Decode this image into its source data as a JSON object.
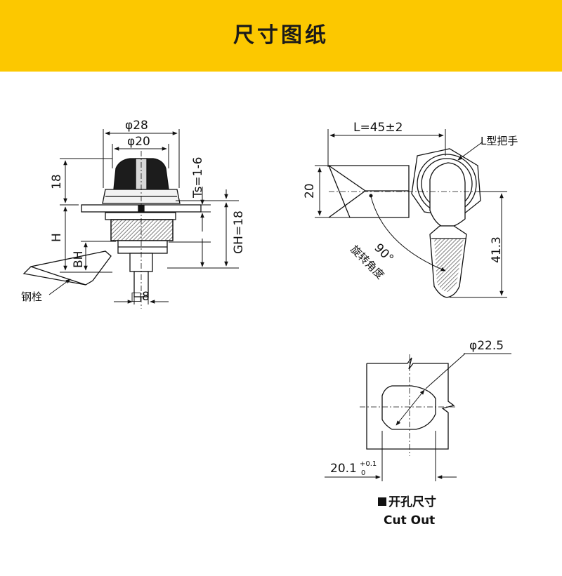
{
  "header": {
    "title": "尺寸图纸",
    "background": "#fcc800"
  },
  "left_view": {
    "dia_outer": "φ28",
    "dia_inner": "φ20",
    "height_top": "18",
    "thickness": "Ts=1-6",
    "height_h": "H",
    "gh": "GH=18",
    "bh": "BH",
    "square": "□8",
    "steel_bolt": "钢栓"
  },
  "right_view": {
    "length": "L=45±2",
    "handle_type": "L型把手",
    "width": "20",
    "angle": "90°",
    "angle_label": "旋转角度",
    "handle_height": "41.3"
  },
  "cutout": {
    "diameter": "φ22.5",
    "width_base": "20.1",
    "tol_upper": "+0.1",
    "tol_lower": "0",
    "caption_cn": "开孔尺寸",
    "caption_en": "Cut Out"
  }
}
